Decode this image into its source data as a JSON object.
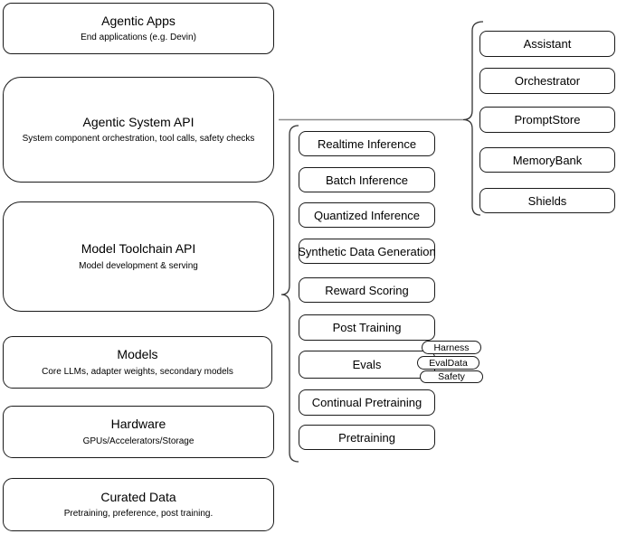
{
  "diagram": {
    "left_stack": [
      {
        "title": "Agentic Apps",
        "subtitle": "End applications (e.g. Devin)"
      },
      {
        "title": "Agentic System API",
        "subtitle": "System component orchestration, tool calls, safety checks"
      },
      {
        "title": "Model Toolchain API",
        "subtitle": "Model development & serving"
      },
      {
        "title": "Models",
        "subtitle": "Core LLMs, adapter weights, secondary models"
      },
      {
        "title": "Hardware",
        "subtitle": "GPUs/Accelerators/Storage"
      },
      {
        "title": "Curated Data",
        "subtitle": "Pretraining, preference, post training."
      }
    ],
    "toolchain_items": [
      "Realtime Inference",
      "Batch Inference",
      "Quantized Inference",
      "Synthetic Data Generation",
      "Reward Scoring",
      "Post Training",
      "Evals",
      "Continual Pretraining",
      "Pretraining"
    ],
    "system_components": [
      "Assistant",
      "Orchestrator",
      "PromptStore",
      "MemoryBank",
      "Shields"
    ],
    "evals_tags": [
      "Harness",
      "EvalData",
      "Safety"
    ],
    "colors": {
      "background": "#ffffff",
      "node_border": "#1a1a1a",
      "edge": "#8c8c8c",
      "brace": "#333333",
      "text": "#000000"
    }
  }
}
